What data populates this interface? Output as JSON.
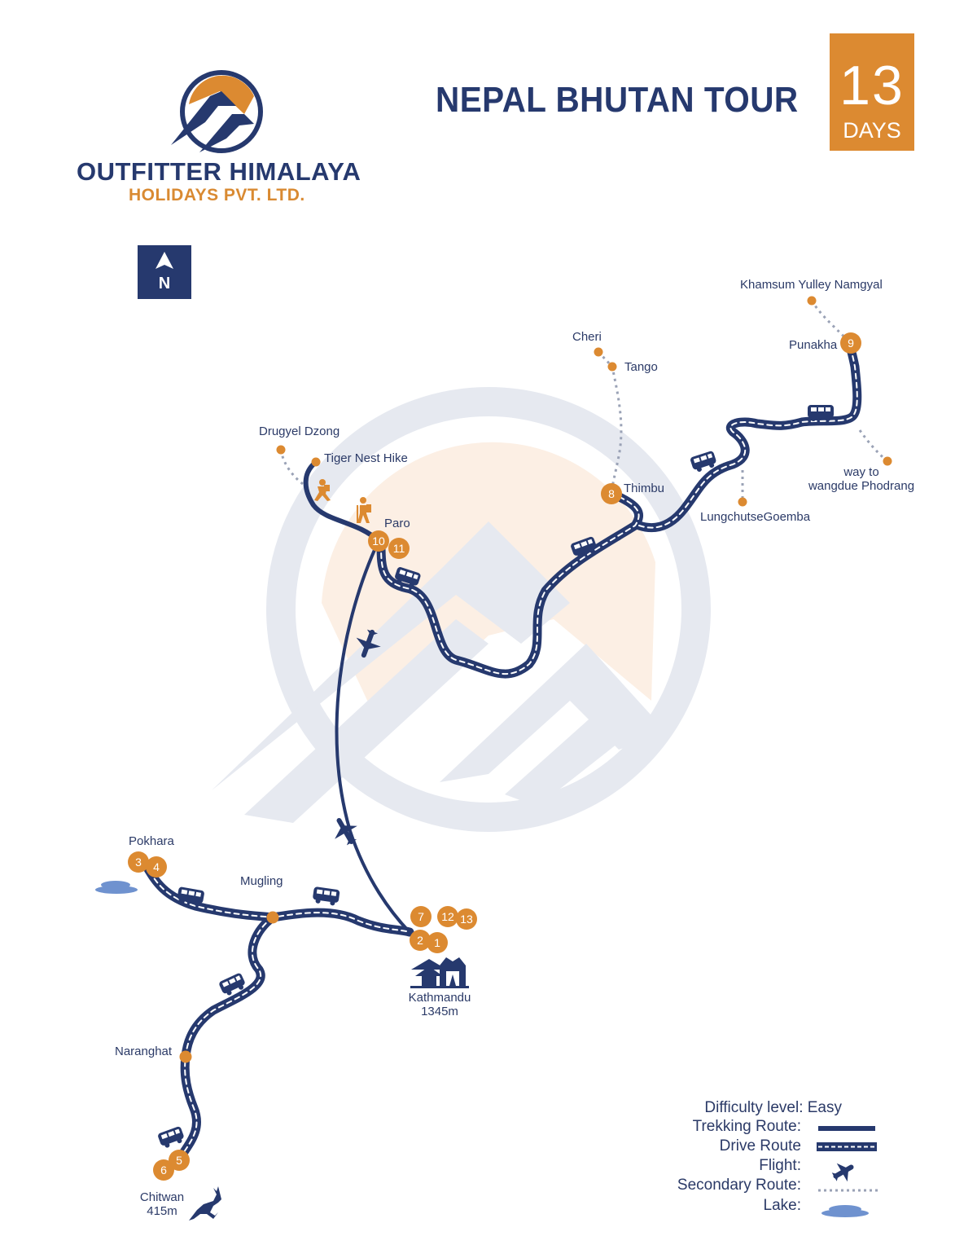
{
  "brand": {
    "name": "OUTFITTER HIMALAYA",
    "subtitle": "HOLIDAYS PVT. LTD.",
    "colors": {
      "navy": "#26396e",
      "orange": "#dc8a31"
    }
  },
  "header": {
    "title": "NEPAL BHUTAN TOUR",
    "days_count": "13",
    "days_label": "DAYS"
  },
  "compass": {
    "icon": "north-arrow-icon",
    "letter": "N"
  },
  "places": {
    "drugyel_dzong": "Drugyel Dzong",
    "tiger_nest": "Tiger Nest Hike",
    "paro": "Paro",
    "cheri": "Cheri",
    "tango": "Tango",
    "thimbu": "Thimbu",
    "khamsum": "Khamsum Yulley Namgyal",
    "punakha": "Punakha",
    "wangdue_line1": "way to",
    "wangdue_line2": "wangdue Phodrang",
    "lungchutse": "LungchutseGoemba",
    "pokhara": "Pokhara",
    "mugling": "Mugling",
    "kathmandu": "Kathmandu",
    "kathmandu_alt": "1345m",
    "naranghat": "Naranghat",
    "chitwan": "Chitwan",
    "chitwan_alt": "415m"
  },
  "day_badges": {
    "d1": "1",
    "d2": "2",
    "d3": "3",
    "d4": "4",
    "d5": "5",
    "d6": "6",
    "d7": "7",
    "d8": "8",
    "d9": "9",
    "d10": "10",
    "d11": "11",
    "d12": "12",
    "d13": "13"
  },
  "legend": {
    "difficulty": "Difficulty level: Easy",
    "trekking": "Trekking Route:",
    "drive": "Drive Route",
    "flight": "Flight:",
    "secondary": "Secondary Route:",
    "lake": "Lake:"
  }
}
